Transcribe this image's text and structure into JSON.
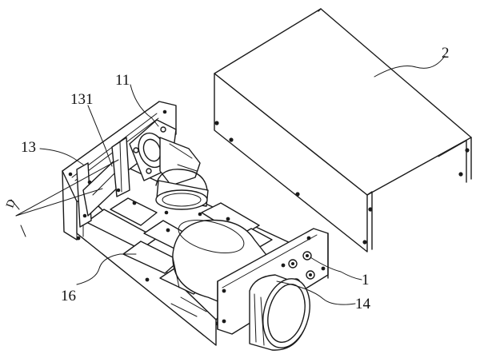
{
  "figure": {
    "labels": {
      "cover": "2",
      "base_housing": "1",
      "bracket_part": "11",
      "mirror_assembly": "13",
      "mirror_plate": "131",
      "lens_barrel": "14",
      "frame_pocket": "16",
      "angle_marker": "D"
    }
  }
}
